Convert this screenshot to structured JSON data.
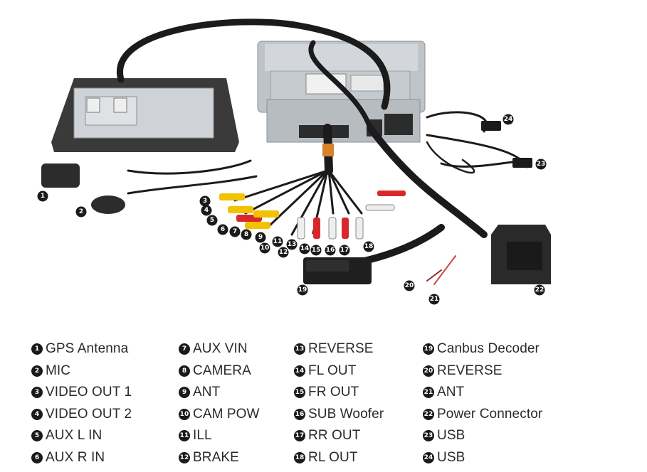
{
  "legend": {
    "columns": [
      [
        {
          "num": "1",
          "label": "GPS Antenna"
        },
        {
          "num": "2",
          "label": "MIC"
        },
        {
          "num": "3",
          "label": "VIDEO OUT 1"
        },
        {
          "num": "4",
          "label": "VIDEO OUT 2"
        },
        {
          "num": "5",
          "label": "AUX L IN"
        },
        {
          "num": "6",
          "label": "AUX R IN"
        }
      ],
      [
        {
          "num": "7",
          "label": "AUX VIN"
        },
        {
          "num": "8",
          "label": "CAMERA"
        },
        {
          "num": "9",
          "label": "ANT"
        },
        {
          "num": "10",
          "label": "CAM POW"
        },
        {
          "num": "11",
          "label": "ILL"
        },
        {
          "num": "12",
          "label": "BRAKE"
        }
      ],
      [
        {
          "num": "13",
          "label": "REVERSE"
        },
        {
          "num": "14",
          "label": "FL OUT"
        },
        {
          "num": "15",
          "label": "FR OUT"
        },
        {
          "num": "16",
          "label": "SUB Woofer"
        },
        {
          "num": "17",
          "label": "RR OUT"
        },
        {
          "num": "18",
          "label": "RL OUT"
        }
      ],
      [
        {
          "num": "19",
          "label": "Canbus Decoder"
        },
        {
          "num": "20",
          "label": "REVERSE"
        },
        {
          "num": "21",
          "label": "ANT"
        },
        {
          "num": "22",
          "label": "Power Connector"
        },
        {
          "num": "23",
          "label": "USB"
        },
        {
          "num": "24",
          "label": "USB"
        }
      ]
    ]
  },
  "callouts": [
    "1",
    "2",
    "3",
    "4",
    "5",
    "6",
    "7",
    "8",
    "9",
    "10",
    "11",
    "12",
    "13",
    "14",
    "15",
    "16",
    "17",
    "18",
    "19",
    "20",
    "21",
    "22",
    "23",
    "24"
  ],
  "colors": {
    "cable": "#1b1b1b",
    "unit_panel": "#c9cdd1",
    "bezel": "#3a3a3a",
    "rca_yellow": "#f2c200",
    "rca_red": "#d9282b",
    "rca_white": "#eeeeee",
    "badge": "#1a1a1a"
  }
}
